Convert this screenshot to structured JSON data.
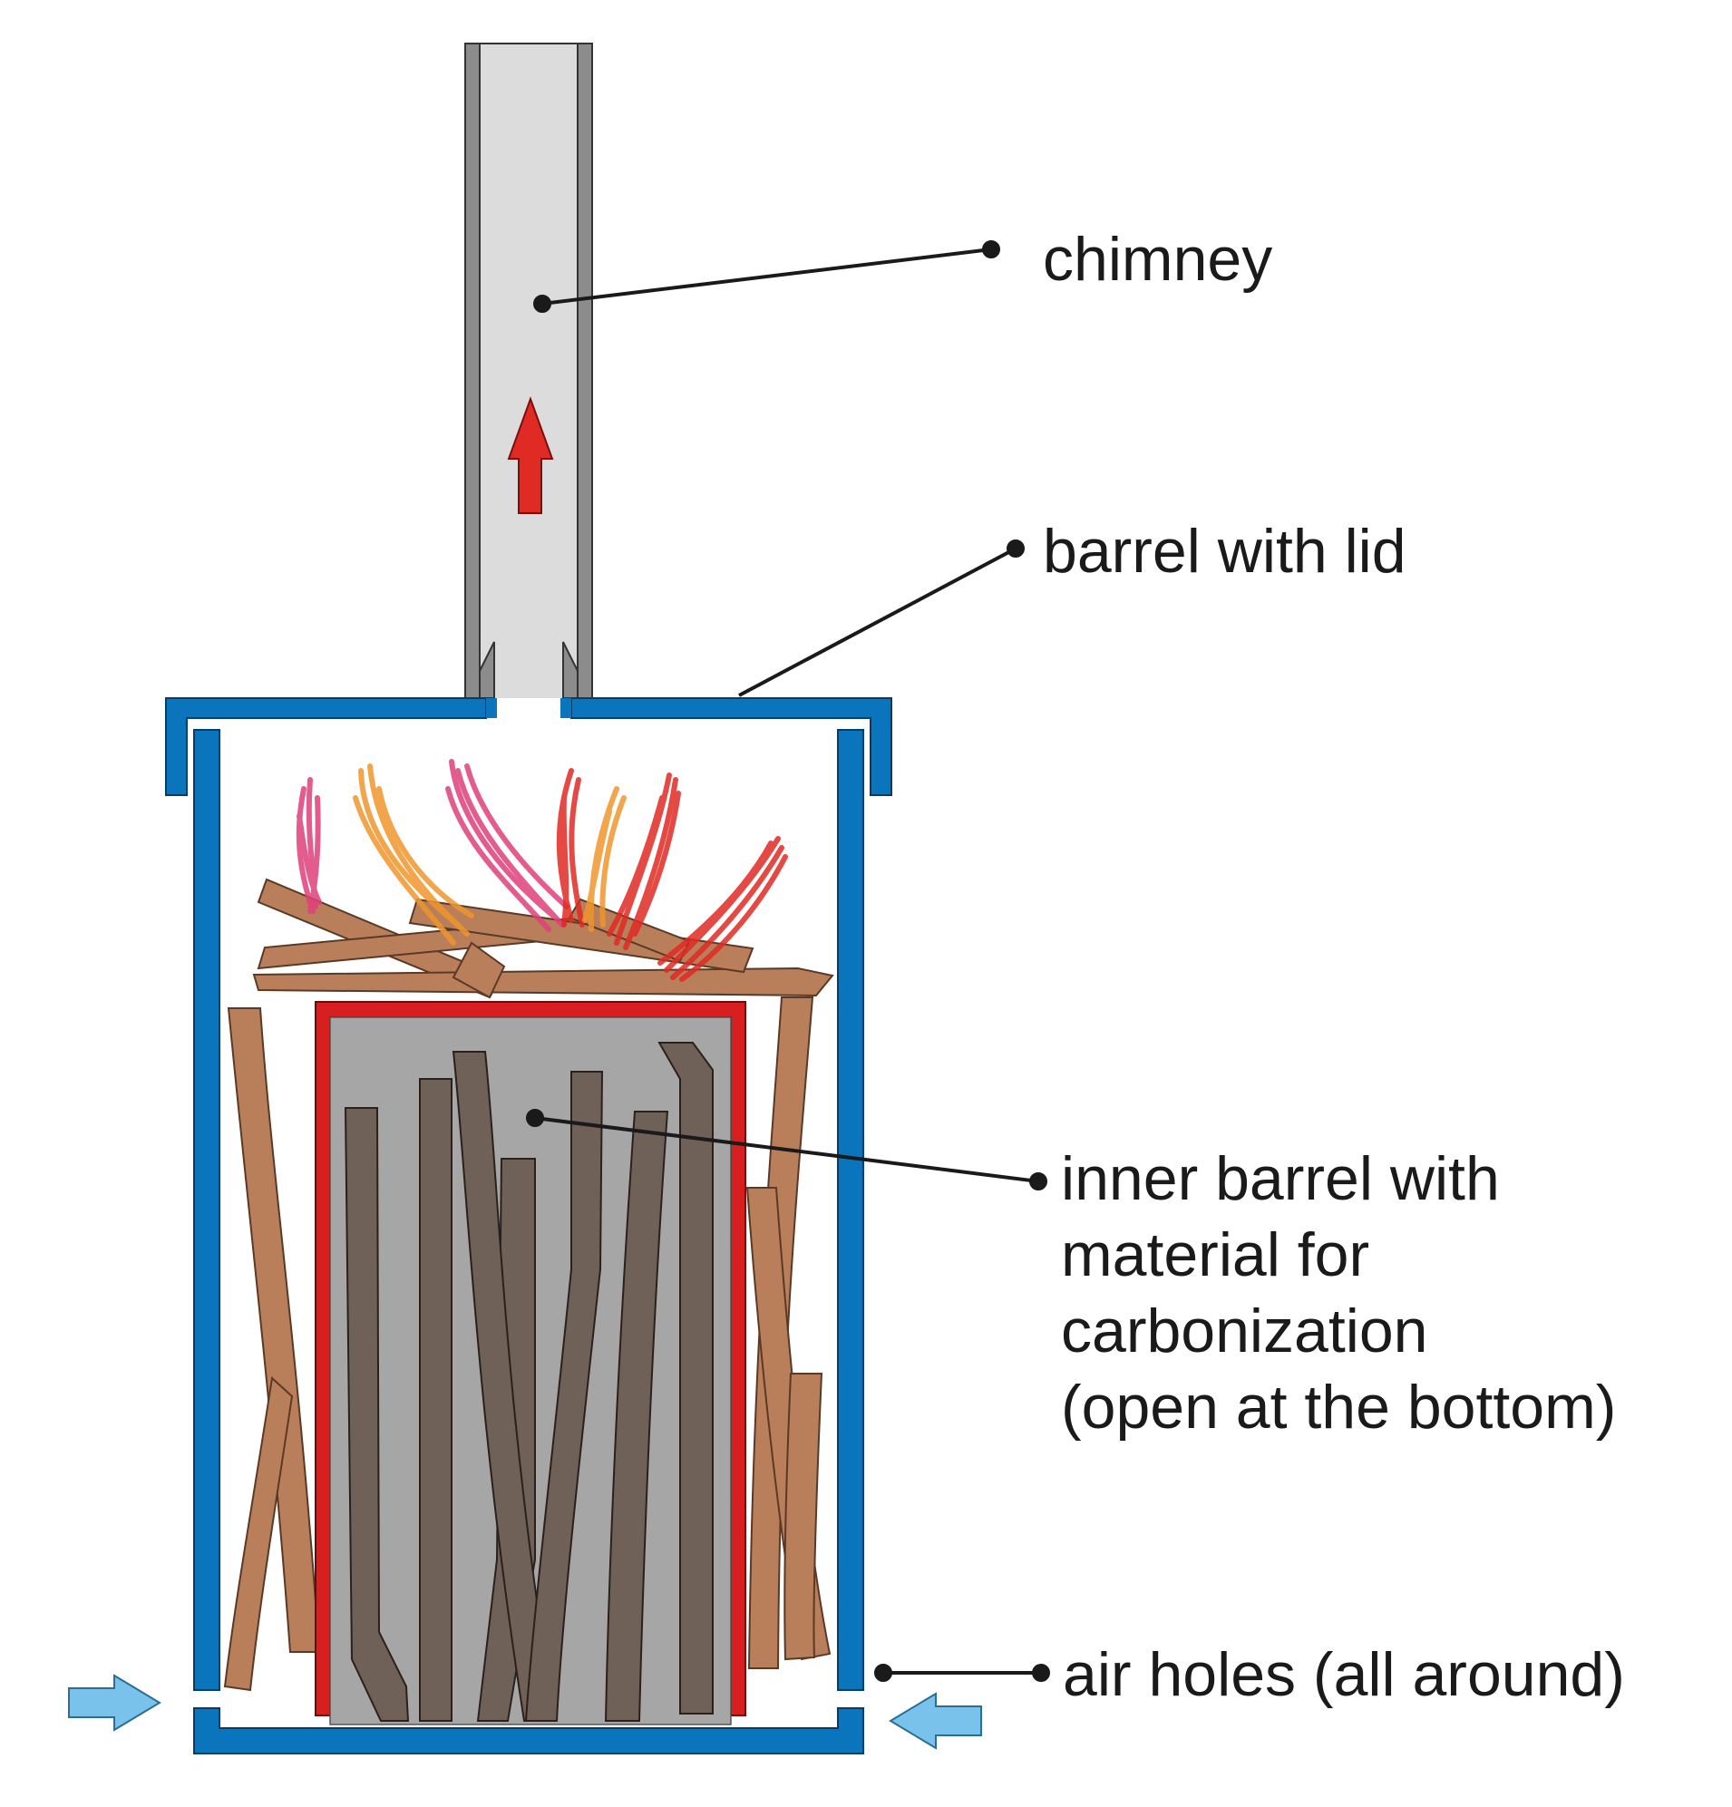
{
  "labels": {
    "chimney": "chimney",
    "barrel": "barrel with lid",
    "inner": [
      "inner barrel with",
      "material for",
      "carbonization",
      "(open at the bottom)"
    ],
    "air": "air holes (all around)"
  },
  "colors": {
    "outer_barrel": "#0a75bd",
    "inner_barrel": "#d71f1f",
    "inner_fill": "#a6a6a6",
    "chimney_fill": "#dcdcdc",
    "chimney_wall": "#8c8c8c",
    "charcoal": "#6f6058",
    "wood": "#b97e5a",
    "flame_red": "#e02a24",
    "flame_pink": "#e0407a",
    "flame_orange": "#f0962c",
    "air_arrow": "#79c2ec",
    "leader": "#1a1a1a"
  }
}
